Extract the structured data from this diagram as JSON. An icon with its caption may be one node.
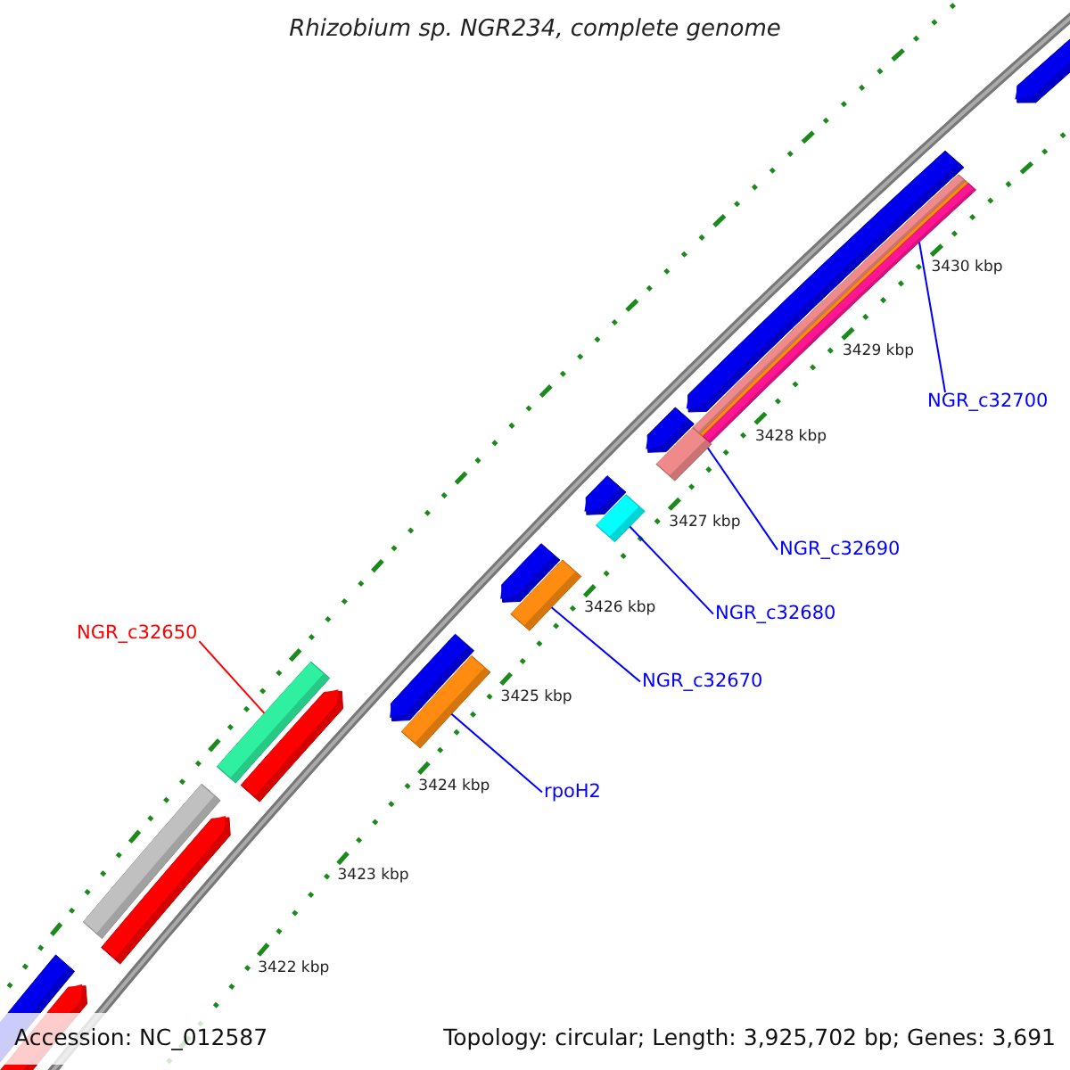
{
  "diagram": {
    "title": "Rhizobium sp. NGR234, complete genome",
    "nodes": [
      {
        "text": [
          "NGR_c32650"
        ]
      },
      {
        "text": [
          "rpoH2"
        ]
      },
      {
        "text": [
          "NGR_c32670"
        ]
      },
      {
        "text": [
          "NGR_c32680"
        ]
      },
      {
        "text": [
          "NGR_c32690"
        ]
      },
      {
        "text": [
          "NGR_c32700"
        ]
      },
      {
        "text": [],
        "shape": "bar"
      },
      {
        "text": [],
        "shape": "bar"
      },
      {
        "text": [],
        "shape": "bar"
      },
      {
        "text": [],
        "shape": "bar"
      },
      {
        "text": [],
        "shape": "bar"
      },
      {
        "text": [],
        "shape": "bar"
      },
      {
        "text": [],
        "shape": "bar"
      },
      {
        "text": [],
        "shape": "bar"
      },
      {
        "text": [],
        "shape": "bar"
      },
      {
        "text": [],
        "shape": "bar"
      },
      {
        "text": [],
        "shape": "bar"
      },
      {
        "text": [],
        "shape": "bar"
      },
      {
        "text": [],
        "shape": "bar"
      },
      {
        "text": [],
        "shape": "bar"
      },
      {
        "text": [],
        "shape": "bar"
      },
      {
        "text": [],
        "shape": "bar"
      },
      {
        "text": [],
        "shape": "bar"
      },
      {
        "text": [],
        "shape": "bar"
      },
      {
        "text": [],
        "shape": "bar"
      }
    ],
    "edges": [
      {
        "from": 0,
        "to": 10,
        "arrow": "none",
        "color": "#ff0000"
      },
      {
        "from": 1,
        "to": 13,
        "arrow": "none"
      },
      {
        "from": 2,
        "to": 15,
        "arrow": "none"
      },
      {
        "from": 3,
        "to": 17,
        "arrow": "none"
      },
      {
        "from": 4,
        "to": 19,
        "arrow": "none"
      },
      {
        "from": 5,
        "to": 23,
        "arrow": "none"
      }
    ],
    "labels": [
      "3430 kbp",
      "3429 kbp",
      "3428 kbp",
      "3427 kbp",
      "3426 kbp",
      "3425 kbp",
      "3424 kbp",
      "3423 kbp",
      "3422 kbp",
      "Accession: NC_012587",
      "Topology: circular; Length: 3,925,702 bp; Genes: 3,691"
    ]
  }
}
